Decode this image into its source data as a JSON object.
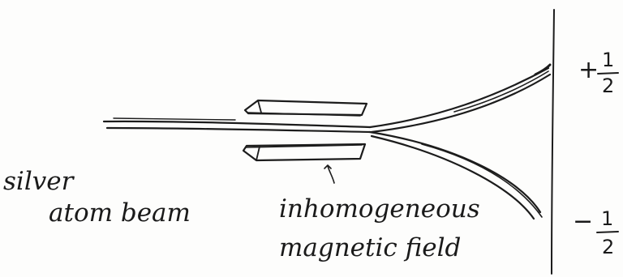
{
  "labels": {
    "source_line1": "silver",
    "source_line2": "atom beam",
    "field_line1": "inhomogeneous",
    "field_line2": "magnetic field"
  },
  "spin_up": {
    "sign": "+",
    "numerator": "1",
    "denominator": "2"
  },
  "spin_down": {
    "sign": "−",
    "numerator": "1",
    "denominator": "2"
  },
  "colors": {
    "ink": "#1c1c1c",
    "paper": "#fdfdfc"
  }
}
